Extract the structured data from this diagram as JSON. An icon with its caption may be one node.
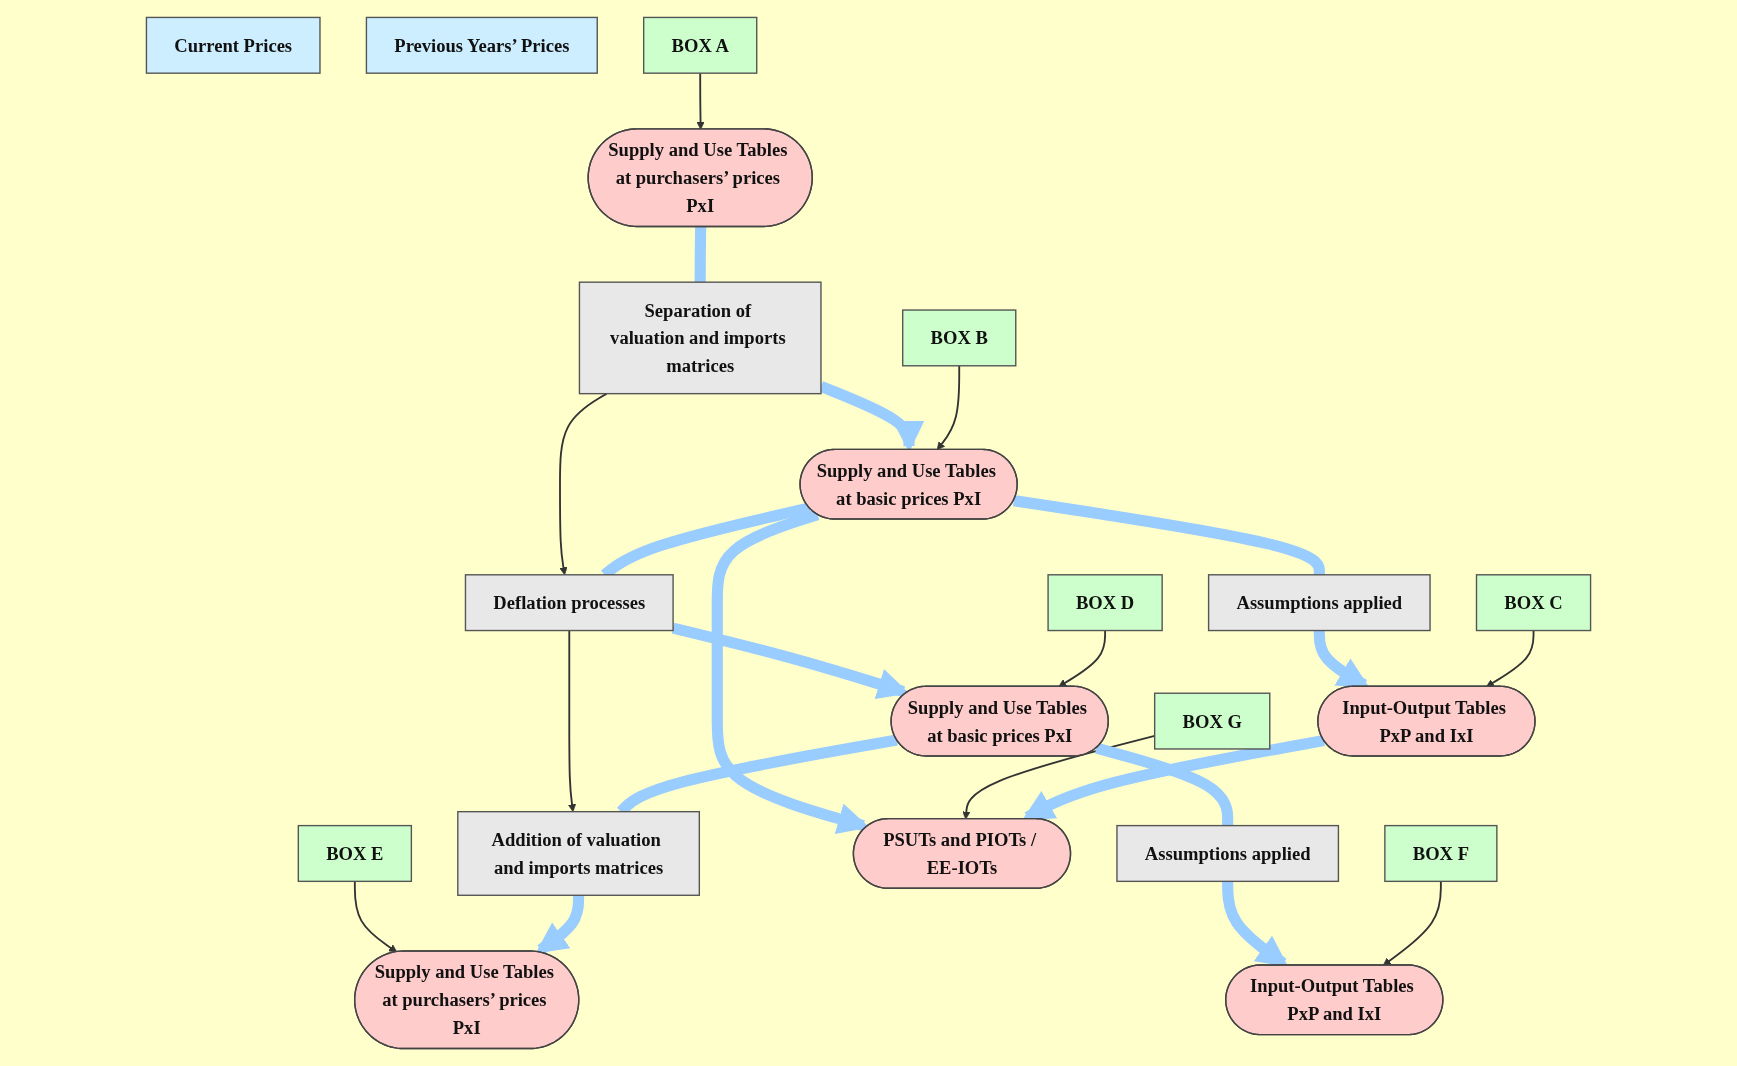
{
  "diagram": {
    "nodes": [
      {
        "text": [
          "Current Prices"
        ]
      },
      {
        "text": [
          "Previous Years’ Prices"
        ]
      },
      {
        "text": [
          "BOX A"
        ]
      },
      {
        "text": [
          "Supply and Use Tables at purchasers’ prices PxI"
        ]
      },
      {
        "text": [
          "Supply and Use Tables at purchasers’ prices PxI"
        ]
      },
      {
        "text": [
          "BOX E"
        ]
      },
      {
        "text": [
          "Separation of valuation and imports matrices"
        ]
      },
      {
        "text": [
          "Deflation processes"
        ]
      },
      {
        "text": [
          "Addition of valuation and imports matrices"
        ]
      },
      {
        "text": [
          "BOX B"
        ]
      },
      {
        "text": [
          "Supply and Use Tables at basic prices PxI"
        ]
      },
      {
        "text": [
          "Supply and Use Tables at basic prices PxI"
        ]
      },
      {
        "text": [
          "BOX D"
        ]
      },
      {
        "text": [
          "BOX G"
        ]
      },
      {
        "text": [
          "PSUTs and PIOTs / EE-IOTs"
        ]
      },
      {
        "text": [
          "Assumptions applied"
        ]
      },
      {
        "text": [
          "Assumptions applied"
        ]
      },
      {
        "text": [
          "BOX C"
        ]
      },
      {
        "text": [
          "Input-Output Tables PxP and IxI"
        ]
      },
      {
        "text": [
          "Input-Output Tables PxP and IxI"
        ]
      },
      {
        "text": [
          "BOX F"
        ]
      }
    ],
    "edges": [
      {
        "from": 2,
        "to": 3,
        "arrow": "to",
        "color": "#333333"
      },
      {
        "from": 5,
        "to": 4,
        "arrow": "to",
        "color": "#333333"
      },
      {
        "from": 3,
        "to": 6,
        "arrow": "none",
        "color": "#99ccff"
      },
      {
        "from": 6,
        "to": 10,
        "arrow": "to",
        "color": "#99ccff"
      },
      {
        "from": 6,
        "to": 7,
        "arrow": "to",
        "color": "#333333"
      },
      {
        "from": 7,
        "to": 8,
        "arrow": "to",
        "color": "#333333"
      },
      {
        "from": 11,
        "to": 8,
        "arrow": "none",
        "color": "#99ccff"
      },
      {
        "from": 8,
        "to": 4,
        "arrow": "to",
        "color": "#99ccff"
      },
      {
        "from": 9,
        "to": 10,
        "arrow": "to",
        "color": "#333333"
      },
      {
        "from": 10,
        "to": 7,
        "arrow": "none",
        "color": "#99ccff"
      },
      {
        "from": 7,
        "to": 11,
        "arrow": "to",
        "color": "#99ccff"
      },
      {
        "from": 12,
        "to": 11,
        "arrow": "to",
        "color": "#333333"
      },
      {
        "from": 10,
        "to": 14,
        "arrow": "to",
        "color": "#99ccff"
      },
      {
        "from": 13,
        "to": 14,
        "arrow": "to",
        "color": "#333333"
      },
      {
        "from": 10,
        "to": 15,
        "arrow": "none",
        "color": "#99ccff"
      },
      {
        "from": 15,
        "to": 18,
        "arrow": "to",
        "color": "#99ccff"
      },
      {
        "from": 18,
        "to": 14,
        "arrow": "to",
        "color": "#99ccff"
      },
      {
        "from": 17,
        "to": 18,
        "arrow": "to",
        "color": "#333333"
      },
      {
        "from": 11,
        "to": 16,
        "arrow": "none",
        "color": "#99ccff"
      },
      {
        "from": 16,
        "to": 19,
        "arrow": "to",
        "color": "#99ccff"
      },
      {
        "from": 20,
        "to": 19,
        "arrow": "to",
        "color": "#333333"
      }
    ]
  }
}
